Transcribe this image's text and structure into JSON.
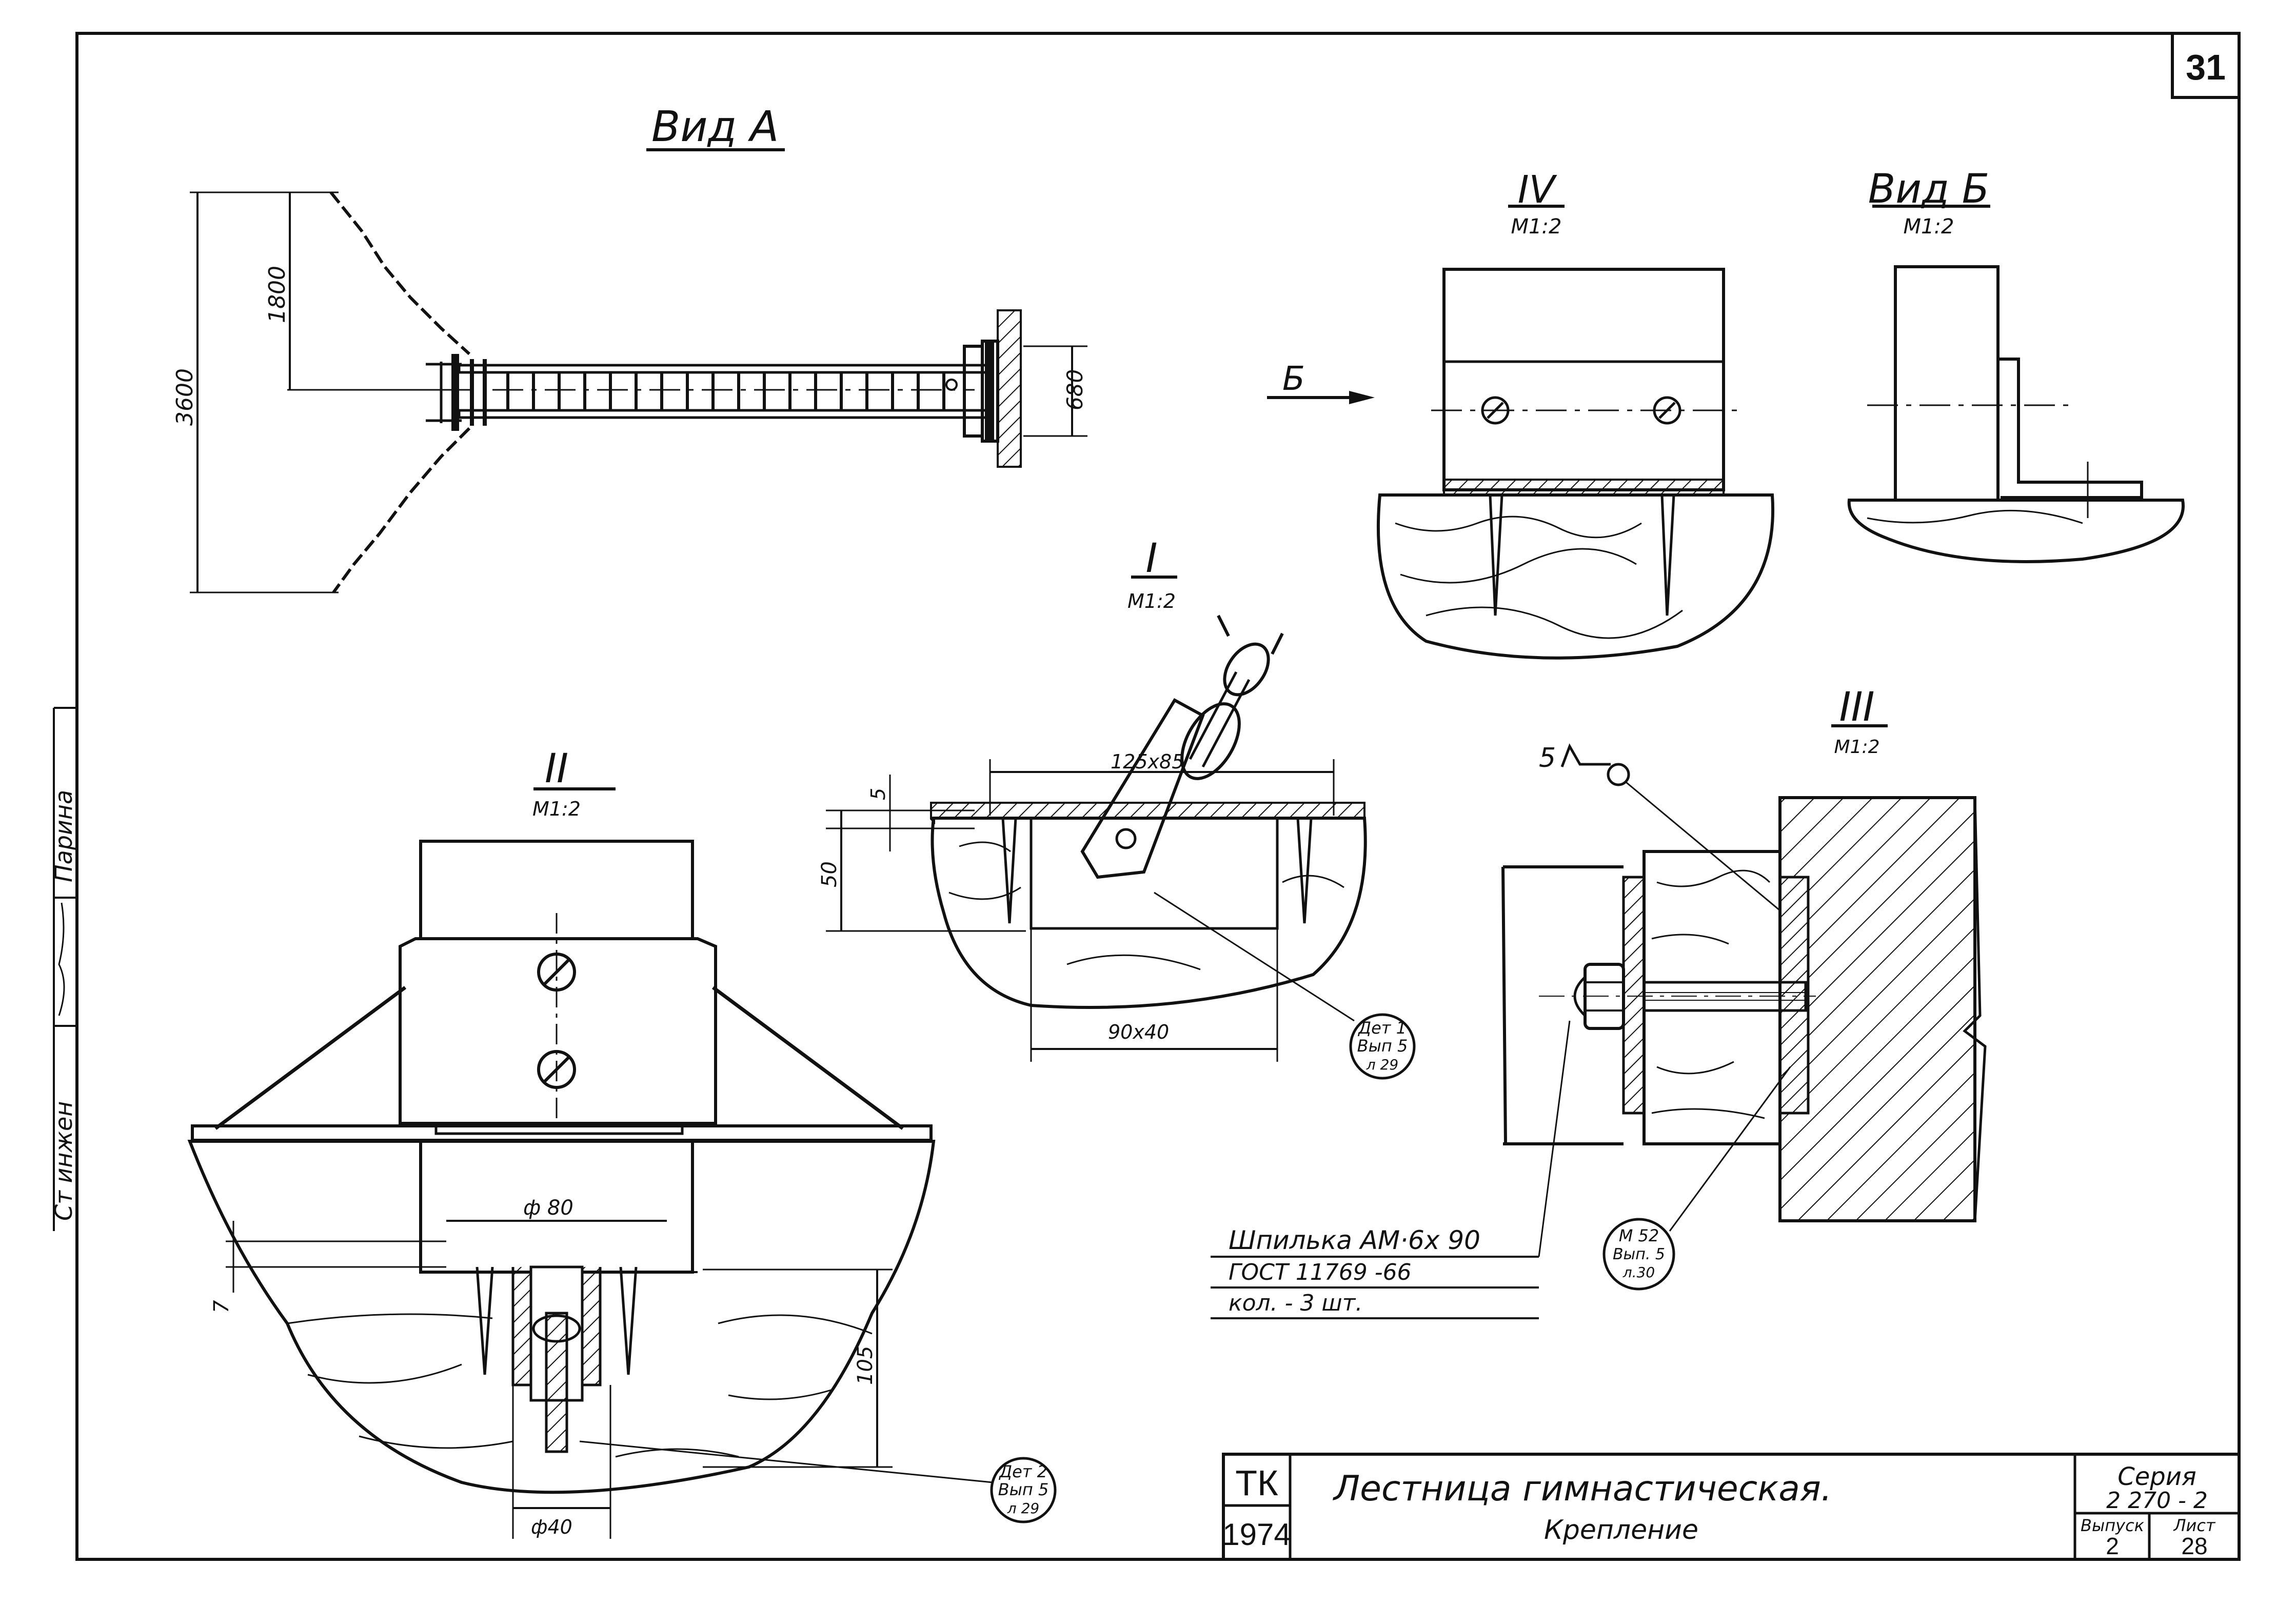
{
  "sheet": {
    "number": "31"
  },
  "views": {
    "vid_a": {
      "title": "Вид А",
      "dim_1800": "1800",
      "dim_3600": "3600",
      "dim_680": "680"
    },
    "arrow_b": "Б",
    "iv": {
      "title": "IV",
      "scale": "М1:2"
    },
    "vid_b": {
      "title": "Вид Б",
      "scale": "М1:2"
    },
    "i": {
      "title": "I",
      "scale": "М1:2",
      "dim_plate": "125х85",
      "dim_5": "5",
      "dim_50": "50",
      "dim_block": "90х40",
      "callout": [
        "Дет 1",
        "Вып 5",
        "л 29"
      ]
    },
    "ii": {
      "title": "II",
      "scale": "М1:2",
      "dim_phi80": "ф 80",
      "dim_7": "7",
      "dim_105": "105",
      "dim_phi40": "ф40",
      "callout": [
        "Дет 2",
        "Вып 5",
        "л 29"
      ]
    },
    "iii": {
      "title": "III",
      "scale": "М1:2",
      "weld": "5",
      "callout": [
        "М 52",
        "Вып. 5",
        "л.30"
      ],
      "note": [
        "Шпилька АМ·6х 90",
        "ГОСТ 11769 -66",
        "кол. - 3 шт."
      ]
    }
  },
  "side_stamp": {
    "role": "Ст инжен",
    "name": "Парина"
  },
  "title_block": {
    "org": "ТК",
    "year": "1974",
    "title": "Лестница гимнастическая.",
    "subtitle": "Крепление",
    "series_label": "Серия",
    "series_value": "2 270 - 2",
    "issue_label": "Выпуск",
    "issue_value": "2",
    "sheet_label": "Лист",
    "sheet_value": "28"
  }
}
